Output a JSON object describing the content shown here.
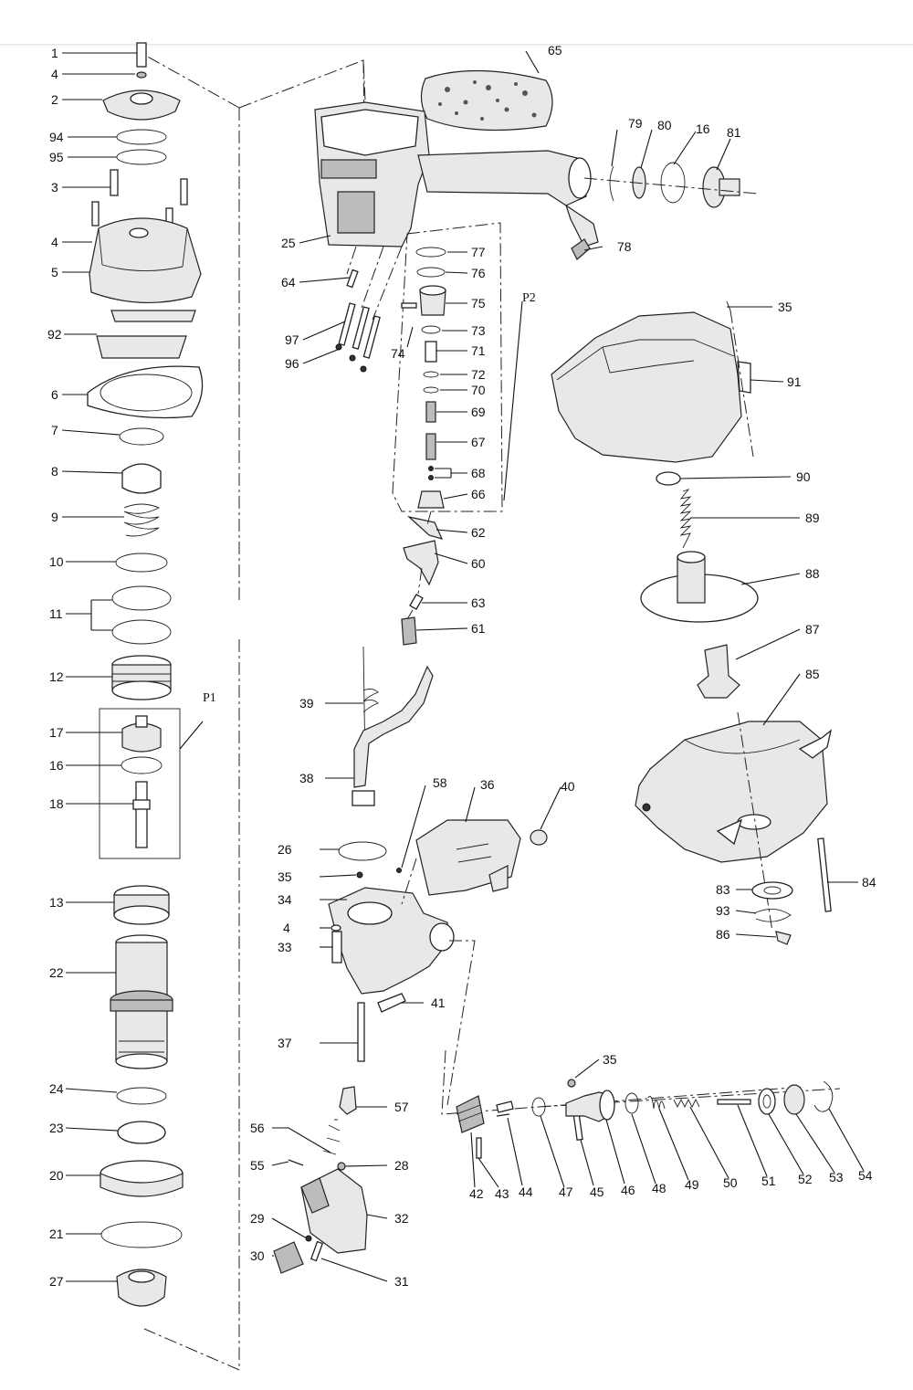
{
  "diagram": {
    "group_labels": [
      "P1",
      "P2"
    ],
    "callouts": [
      {
        "id": "1",
        "text": "1"
      },
      {
        "id": "4a",
        "text": "4"
      },
      {
        "id": "2",
        "text": "2"
      },
      {
        "id": "94",
        "text": "94"
      },
      {
        "id": "95",
        "text": "95"
      },
      {
        "id": "3",
        "text": "3"
      },
      {
        "id": "4b",
        "text": "4"
      },
      {
        "id": "5",
        "text": "5"
      },
      {
        "id": "92",
        "text": "92"
      },
      {
        "id": "6",
        "text": "6"
      },
      {
        "id": "7",
        "text": "7"
      },
      {
        "id": "8",
        "text": "8"
      },
      {
        "id": "9",
        "text": "9"
      },
      {
        "id": "10",
        "text": "10"
      },
      {
        "id": "11",
        "text": "11"
      },
      {
        "id": "12",
        "text": "12"
      },
      {
        "id": "17",
        "text": "17"
      },
      {
        "id": "16a",
        "text": "16"
      },
      {
        "id": "18",
        "text": "18"
      },
      {
        "id": "13",
        "text": "13"
      },
      {
        "id": "22",
        "text": "22"
      },
      {
        "id": "24",
        "text": "24"
      },
      {
        "id": "23",
        "text": "23"
      },
      {
        "id": "20",
        "text": "20"
      },
      {
        "id": "21",
        "text": "21"
      },
      {
        "id": "27",
        "text": "27"
      },
      {
        "id": "25",
        "text": "25"
      },
      {
        "id": "64",
        "text": "64"
      },
      {
        "id": "97",
        "text": "97"
      },
      {
        "id": "96",
        "text": "96"
      },
      {
        "id": "65",
        "text": "65"
      },
      {
        "id": "79",
        "text": "79"
      },
      {
        "id": "80",
        "text": "80"
      },
      {
        "id": "16b",
        "text": "16"
      },
      {
        "id": "81",
        "text": "81"
      },
      {
        "id": "78",
        "text": "78"
      },
      {
        "id": "77",
        "text": "77"
      },
      {
        "id": "76",
        "text": "76"
      },
      {
        "id": "75",
        "text": "75"
      },
      {
        "id": "73",
        "text": "73"
      },
      {
        "id": "74",
        "text": "74"
      },
      {
        "id": "71",
        "text": "71"
      },
      {
        "id": "72",
        "text": "72"
      },
      {
        "id": "70",
        "text": "70"
      },
      {
        "id": "69",
        "text": "69"
      },
      {
        "id": "67",
        "text": "67"
      },
      {
        "id": "68",
        "text": "68"
      },
      {
        "id": "66",
        "text": "66"
      },
      {
        "id": "62",
        "text": "62"
      },
      {
        "id": "60",
        "text": "60"
      },
      {
        "id": "63",
        "text": "63"
      },
      {
        "id": "61",
        "text": "61"
      },
      {
        "id": "39",
        "text": "39"
      },
      {
        "id": "38",
        "text": "38"
      },
      {
        "id": "58",
        "text": "58"
      },
      {
        "id": "36",
        "text": "36"
      },
      {
        "id": "40",
        "text": "40"
      },
      {
        "id": "26",
        "text": "26"
      },
      {
        "id": "35a",
        "text": "35"
      },
      {
        "id": "34",
        "text": "34"
      },
      {
        "id": "4c",
        "text": "4"
      },
      {
        "id": "33",
        "text": "33"
      },
      {
        "id": "41",
        "text": "41"
      },
      {
        "id": "37",
        "text": "37"
      },
      {
        "id": "57",
        "text": "57"
      },
      {
        "id": "56",
        "text": "56"
      },
      {
        "id": "55",
        "text": "55"
      },
      {
        "id": "28",
        "text": "28"
      },
      {
        "id": "29",
        "text": "29"
      },
      {
        "id": "32",
        "text": "32"
      },
      {
        "id": "30",
        "text": "30"
      },
      {
        "id": "31",
        "text": "31"
      },
      {
        "id": "35b",
        "text": "35"
      },
      {
        "id": "91",
        "text": "91"
      },
      {
        "id": "90",
        "text": "90"
      },
      {
        "id": "89",
        "text": "89"
      },
      {
        "id": "88",
        "text": "88"
      },
      {
        "id": "87",
        "text": "87"
      },
      {
        "id": "85",
        "text": "85"
      },
      {
        "id": "84",
        "text": "84"
      },
      {
        "id": "83",
        "text": "83"
      },
      {
        "id": "93",
        "text": "93"
      },
      {
        "id": "86",
        "text": "86"
      },
      {
        "id": "35c",
        "text": "35"
      },
      {
        "id": "42",
        "text": "42"
      },
      {
        "id": "43",
        "text": "43"
      },
      {
        "id": "44",
        "text": "44"
      },
      {
        "id": "47",
        "text": "47"
      },
      {
        "id": "45",
        "text": "45"
      },
      {
        "id": "46",
        "text": "46"
      },
      {
        "id": "48",
        "text": "48"
      },
      {
        "id": "49",
        "text": "49"
      },
      {
        "id": "50",
        "text": "50"
      },
      {
        "id": "51",
        "text": "51"
      },
      {
        "id": "52",
        "text": "52"
      },
      {
        "id": "53",
        "text": "53"
      },
      {
        "id": "54",
        "text": "54"
      }
    ]
  }
}
